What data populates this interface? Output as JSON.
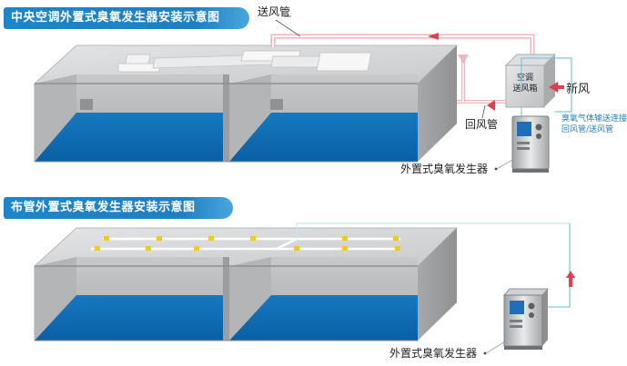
{
  "top_section": {
    "title": "中央空调外置式臭氧发生器安装示意图",
    "supply_duct_label": "送风管",
    "ac_box_label_1": "空调",
    "ac_box_label_2": "送风箱",
    "fresh_air_label": "新风",
    "return_duct_label": "回风管",
    "connection_note_1": "臭氧气体输送连接",
    "connection_note_2": "回风管/送风管",
    "generator_label": "外置式臭氧发生器"
  },
  "bottom_section": {
    "title": "布管外置式臭氧发生器安装示意图",
    "generator_label": "外置式臭氧发生器"
  },
  "colors": {
    "banner_blue": "#1f7fc2",
    "floor_blue": "#0b6fb8",
    "wall_gray": "#cfd1d3",
    "duct_red": "#e0404a",
    "pipe_cyan": "#7fc6e6",
    "outlet_yellow": "#f3c81f"
  }
}
